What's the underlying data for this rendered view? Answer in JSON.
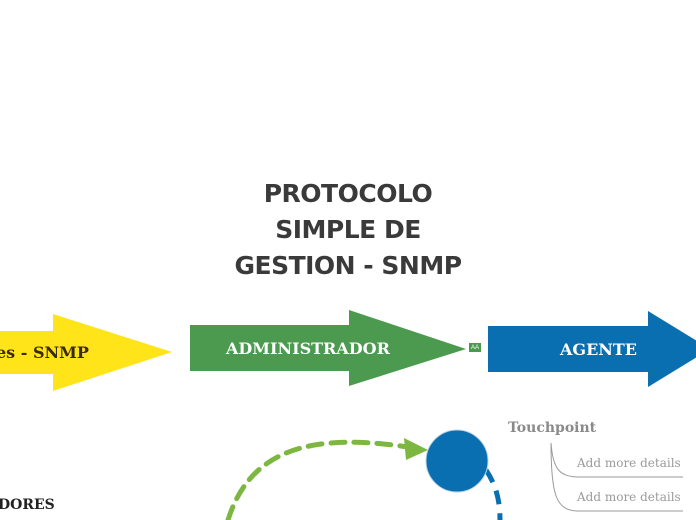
{
  "title": {
    "line1": "PROTOCOLO",
    "line2": "SIMPLE DE",
    "line3": "GESTION - SNMP"
  },
  "arrows": {
    "left_label": "es - SNMP",
    "middle_label": "ADMINISTRADOR",
    "right_label": "AGENTE",
    "colors": {
      "yellow": "#ffe41a",
      "green": "#4b9a4f",
      "blue": "#0a6fb0"
    }
  },
  "badge": {
    "text": "AA"
  },
  "touchpoint": {
    "title": "Touchpoint",
    "details": [
      "Add more details",
      "Add more details"
    ]
  },
  "bottom_partial_label": "DORES",
  "node": {
    "color": "#0a6fb0"
  },
  "connectors": {
    "green_dashed": "#7db741",
    "blue_dashed": "#0a6fb0"
  }
}
